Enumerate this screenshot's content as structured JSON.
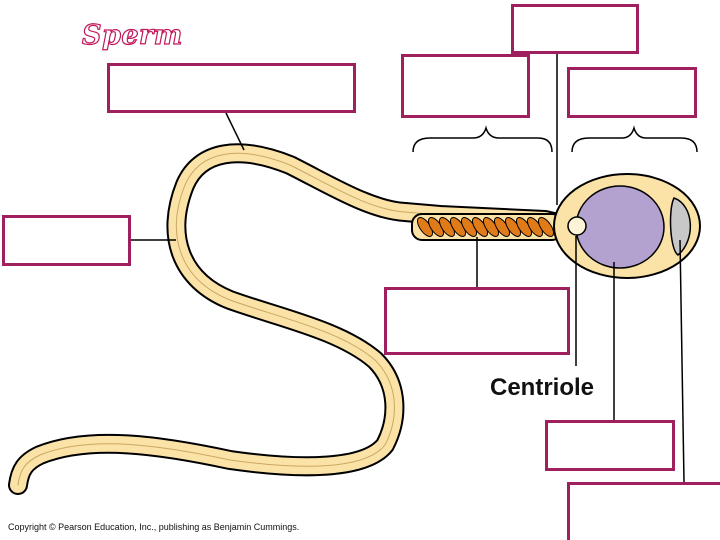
{
  "title": "Sperm",
  "labels": {
    "centriole": "Centriole"
  },
  "copyright": "Copyright © Pearson Education, Inc., publishing as Benjamin Cummings.",
  "colors": {
    "label_border": "#a0205f",
    "tail_fill": "#fbe2a6",
    "mitochondria": "#e07b1a",
    "nucleus": "#b3a1cf",
    "acrosome": "#c8c8c8",
    "title": "#c2185b"
  }
}
